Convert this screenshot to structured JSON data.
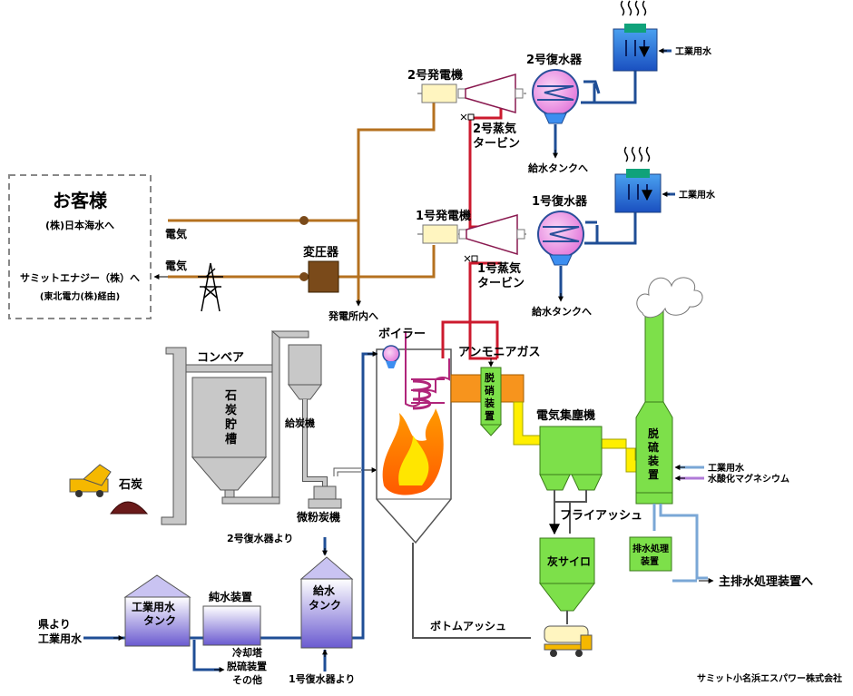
{
  "customer": {
    "title": "お客様",
    "line1": "(株)日本海水へ",
    "line2": "サミットエナジー（株）へ",
    "line3": "(東北電力(株)経由)"
  },
  "labels": {
    "gen2": "2号発電機",
    "cond2": "2号復水器",
    "turbine2_a": "2号蒸気",
    "turbine2_b": "タービン",
    "feed_tank_to_2": "給水タンクへ",
    "gen1": "1号発電機",
    "cond1": "1号復水器",
    "turbine1_a": "1号蒸気",
    "turbine1_b": "タービン",
    "feed_tank_to_1": "給水タンクへ",
    "ind_water_top": "工業用水",
    "ind_water_mid": "工業用水",
    "electric_1": "電気",
    "electric_2": "電気",
    "transformer": "変圧器",
    "station_use": "発電所内へ",
    "conveyor": "コンベア",
    "coal_storage": [
      "石",
      "炭",
      "貯",
      "槽"
    ],
    "coal": "石炭",
    "coal_feeder": "給炭機",
    "mill": "微粉炭機",
    "boiler": "ボイラー",
    "ammonia": "アンモニアガス",
    "denitration": [
      "脱",
      "硝",
      "装",
      "置"
    ],
    "esp": "電気集塵機",
    "desulfurization": [
      "脱",
      "硫",
      "装",
      "置"
    ],
    "fly_ash": "フライアッシュ",
    "ash_silo": "灰サイロ",
    "ind_water_desulf": "工業用水",
    "mg_hydroxide": "水酸化マグネシウム",
    "wastewater": [
      "排水処理",
      "装置"
    ],
    "main_wastewater": "主排水処理装置へ",
    "from_cond2": "2号復水器より",
    "ind_water_tank": [
      "工業用水",
      "タンク"
    ],
    "pure_water": "純水装置",
    "feed_tank": [
      "給水",
      "タンク"
    ],
    "from_pref": [
      "県より",
      "工業用水"
    ],
    "cooling_other": [
      "冷却塔",
      "脱硫装置",
      "その他"
    ],
    "from_cond1": "1号復水器より",
    "bottom_ash": "ボトムアッシュ",
    "company": "サミット小名浜エスパワー株式会社"
  },
  "colors": {
    "electric_line": "#b5711f",
    "steam_line": "#cc1a2e",
    "water_line": "#1f4e96",
    "light_water_line": "#7aa7d6",
    "gas_orange": "#f7941d",
    "gas_yellow": "#ffef00",
    "equipment_green": "#7de04a",
    "coal_gray": "#c8c8c8",
    "tank_purple": "#7b6cd8",
    "condenser_pink": "#f080e0",
    "mg_purple": "#b07ad8"
  }
}
